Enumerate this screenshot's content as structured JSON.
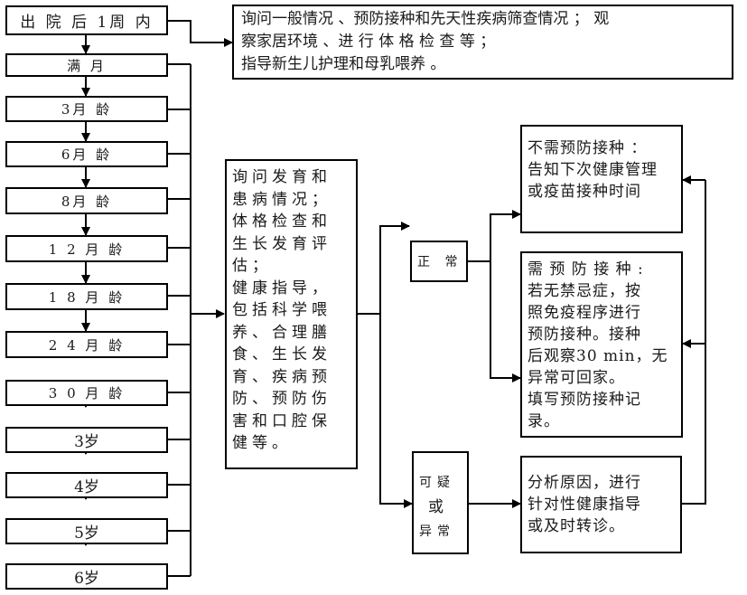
{
  "title": "儿童健康管理服务流程图",
  "stages": [
    "出 院 后 1周 内",
    "满 月",
    "3月 龄",
    "6月 龄",
    "8月 龄",
    "1 2 月 龄",
    "1 8 月 龄",
    "2 4 月 龄",
    "3 0 月 龄",
    "3岁",
    "4岁",
    "5岁",
    "6岁"
  ],
  "first_visit_note": [
    "询问一般情况 、预防接种和先天性疾病筛查情况 ； 观",
    "察家居环境 、进 行 体 格 检 查 等 ；",
    "指导新生儿护理和母乳喂养 。"
  ],
  "routine_visit": [
    "询问发育和",
    "患病情况；",
    "体格检查和",
    "生长发育评",
    "估；",
    "健康指导，",
    "包括科学喂",
    "养、合理膳",
    "食、生长发",
    "育、疾病预",
    "防、预防伤",
    "害和口腔保",
    "健等。"
  ],
  "outcomes": {
    "normal": "正 常",
    "abnormal": [
      "可疑",
      "或",
      "异常"
    ]
  },
  "actions": {
    "no_vaccination": [
      "不需预防接种 ：",
      "告知下次健康管理",
      "或疫苗接种时间"
    ],
    "vaccination": [
      "需 预 防 接 种 :",
      "若无禁忌症，按",
      "照免疫程序进行",
      "预防接种。接种",
      "后观察30 min，无",
      "异常可回家。",
      "填写预防接种记",
      "录。"
    ],
    "followup": [
      "分析原因，进行",
      "针对性健康指导",
      "或及时转诊。"
    ]
  }
}
